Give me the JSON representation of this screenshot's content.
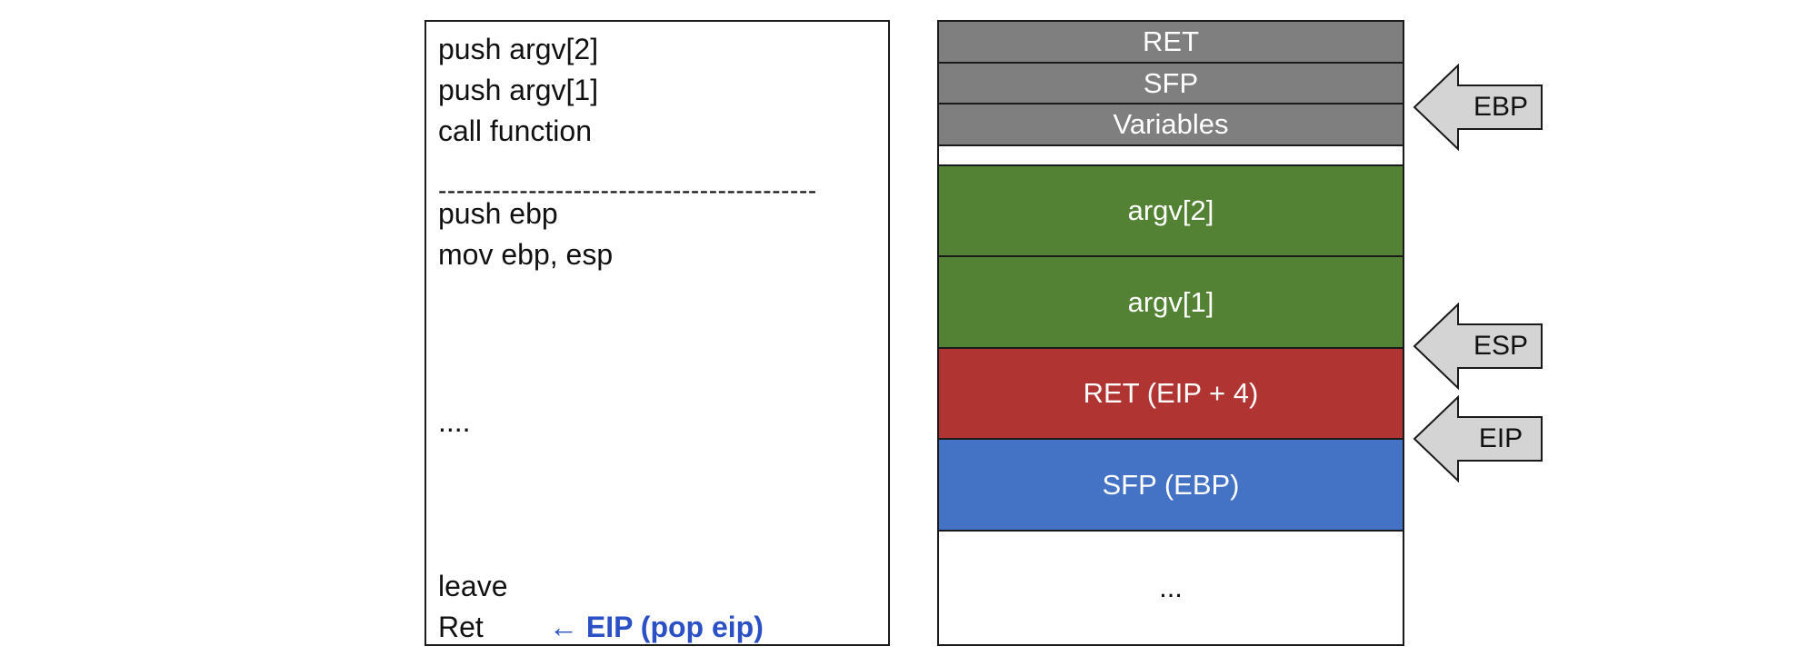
{
  "code": {
    "lines": [
      "push argv[2]",
      "push argv[1]",
      "call function",
      "push ebp",
      "mov ebp, esp",
      "....",
      "leave",
      "Ret"
    ],
    "separator": "------------------------------------------",
    "ret_note": "← EIP (pop eip)"
  },
  "stack": {
    "cells": [
      {
        "label": "RET",
        "color": "#7f7f7f"
      },
      {
        "label": "SFP",
        "color": "#7f7f7f"
      },
      {
        "label": "Variables",
        "color": "#7f7f7f"
      },
      {
        "label": "argv[2]",
        "color": "#548235"
      },
      {
        "label": "argv[1]",
        "color": "#548235"
      },
      {
        "label": "RET (EIP + 4)",
        "color": "#b03431"
      },
      {
        "label": "SFP (EBP)",
        "color": "#4472c4"
      },
      {
        "label": "...",
        "color": "#ffffff"
      }
    ]
  },
  "pointers": {
    "ebp": "EBP",
    "esp": "ESP",
    "eip": "EIP",
    "fill": "#d4d4d4"
  },
  "colors": {
    "accent_blue_text": "#2b4fc4"
  }
}
